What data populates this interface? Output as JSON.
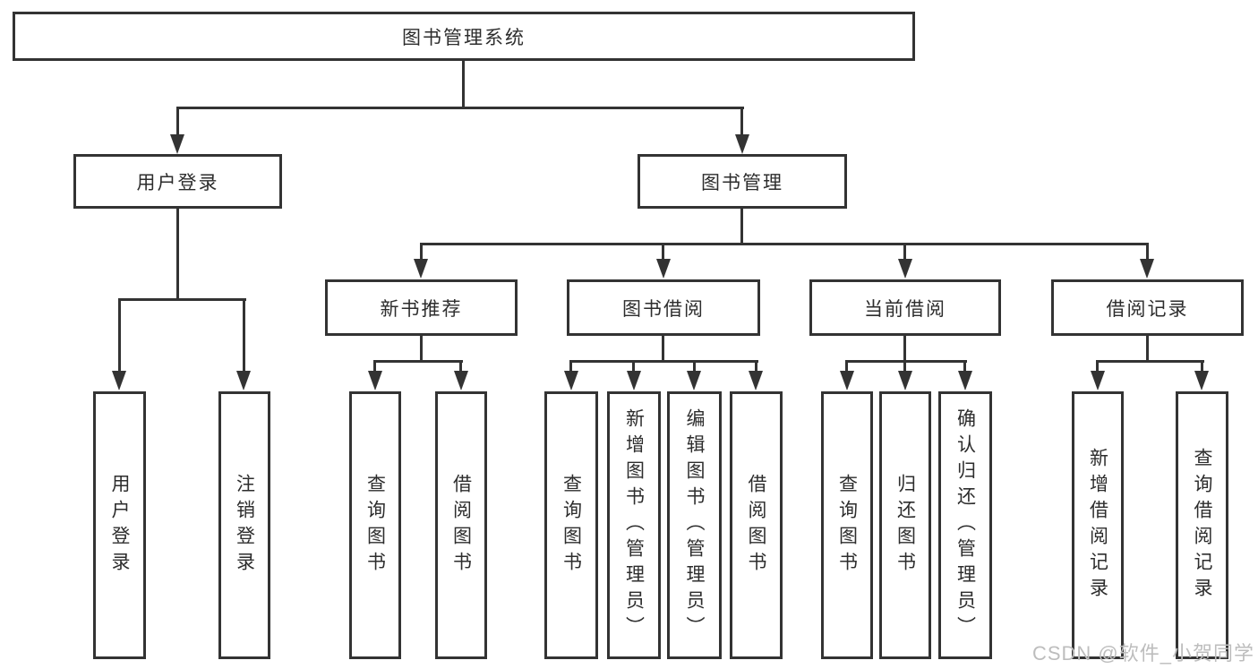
{
  "diagram": {
    "root": "图书管理系统",
    "level2": [
      "用户登录",
      "图书管理"
    ],
    "level3": [
      "新书推荐",
      "图书借阅",
      "当前借阅",
      "借阅记录"
    ],
    "leaves": {
      "user_login": [
        "用户登录",
        "注销登录"
      ],
      "new_book_rec": [
        "查询图书",
        "借阅图书"
      ],
      "book_borrow": [
        "查询图书",
        "新增图书（管理员）",
        "编辑图书（管理员）",
        "借阅图书"
      ],
      "current_borrow": [
        "查询图书",
        "归还图书",
        "确认归还（管理员）"
      ],
      "borrow_records": [
        "新增借阅记录",
        "查询借阅记录"
      ]
    }
  },
  "watermark": {
    "text": "CSDN @软件_小贺同学"
  },
  "colors": {
    "line": "#333333",
    "text": "#2d2d2d",
    "watermark": "#bdbdbd",
    "background": "#ffffff"
  }
}
